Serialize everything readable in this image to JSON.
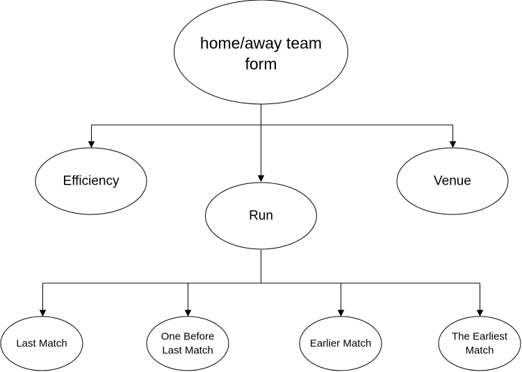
{
  "diagram": {
    "root": {
      "line1": "home/away team",
      "line2": "form"
    },
    "efficiency": {
      "label": "Efficiency"
    },
    "run": {
      "label": "Run"
    },
    "venue": {
      "label": "Venue"
    },
    "last_match": {
      "label": "Last Match"
    },
    "one_before": {
      "line1": "One Before",
      "line2": "Last Match"
    },
    "earlier_match": {
      "label": "Earlier Match"
    },
    "earliest": {
      "line1": "The Earliest",
      "line2": "Match"
    }
  }
}
